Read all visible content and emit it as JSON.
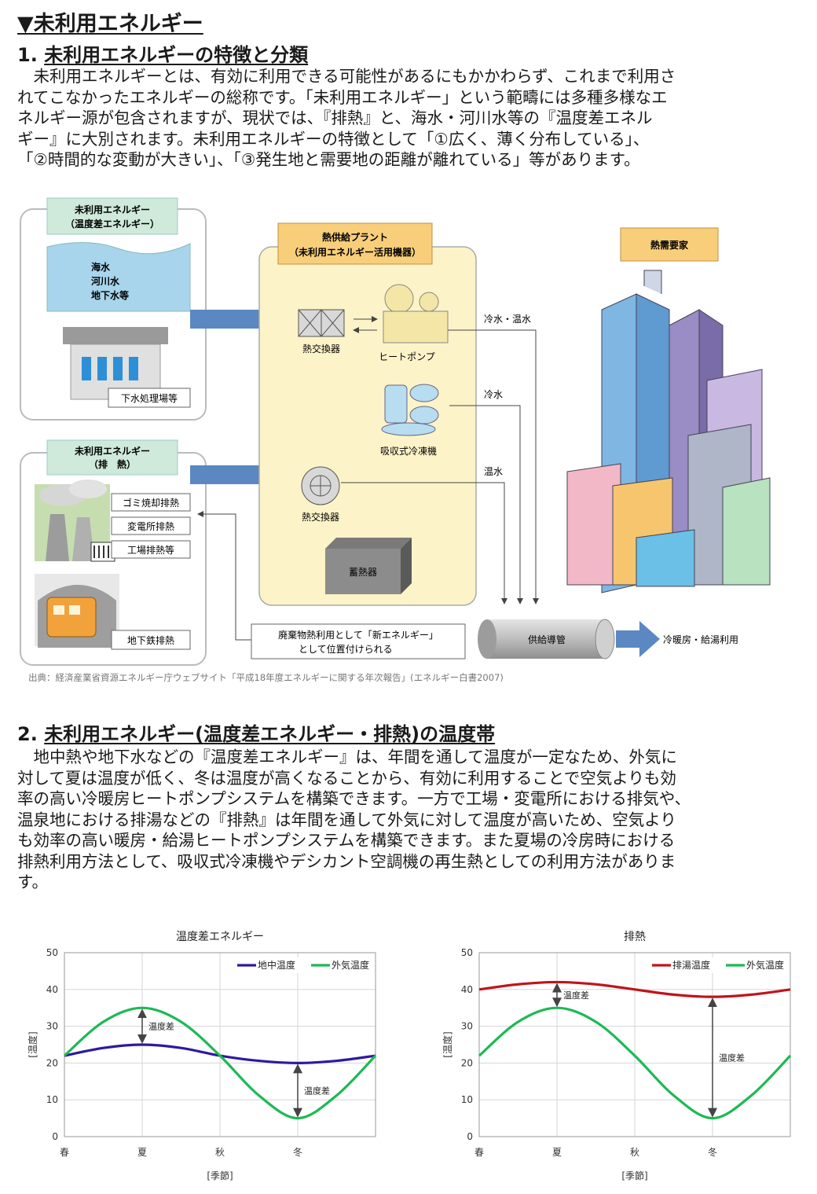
{
  "main_title": "▼未利用エネルギー",
  "section1": {
    "title_num": "1.",
    "title_text": "未利用エネルギーの特徴と分類",
    "lines": [
      "　未利用エネルギーとは、有効に利用できる可能性があるにもかかわらず、これまで利用さ",
      "れてこなかったエネルギーの総称です。「未利用エネルギー」という範疇には多種多様なエ",
      "ネルギー源が包含されますが、現状では、『排熱』と、海水・河川水等の『温度差エネル",
      "ギー』に大別されます。未利用エネルギーの特徴として「①広く、薄く分布している」、",
      "「②時間的な変動が大きい」、「③発生地と需要地の距離が離れている」等があります。"
    ]
  },
  "diagram": {
    "box_temp_title1": "未利用エネルギー",
    "box_temp_title2": "（温度差エネルギー）",
    "water_line1": "海水",
    "water_line2": "河川水",
    "water_line3": "地下水等",
    "sewage_label": "下水処理場等",
    "box_exhaust_title1": "未利用エネルギー",
    "box_exhaust_title2": "（排　熱）",
    "garbage_label": "ゴミ焼却排熱",
    "substation_label": "変電所排熱",
    "factory_label": "工場排熱等",
    "subway_label": "地下鉄排熱",
    "plant_title1": "熱供給プラント",
    "plant_title2": "（未利用エネルギー活用機器）",
    "heat_exchanger1": "熱交換器",
    "heat_pump": "ヒートポンプ",
    "absorption_chiller": "吸収式冷凍機",
    "heat_exchanger2": "熱交換器",
    "storage": "蓄熱器",
    "cold_hot_water": "冷水・温水",
    "cold_water": "冷水",
    "hot_water": "温水",
    "demand": "熱需要家",
    "new_energy_line1": "廃棄物熱利用として「新エネルギー」",
    "new_energy_line2": "として位置付けられる",
    "supply_pipe": "供給導管",
    "use_label": "冷暖房・給湯利用",
    "source": "出典：経済産業省資源エネルギー庁ウェブサイト「平成18年度エネルギーに関する年次報告」(エネルギー白書2007)"
  },
  "section2": {
    "title_num": "2.",
    "title_text": "未利用エネルギー(温度差エネルギー・排熱)の温度帯",
    "lines": [
      "　地中熱や地下水などの『温度差エネルギー』は、年間を通して温度が一定なため、外気に",
      "対して夏は温度が低く、冬は温度が高くなることから、有効に利用することで空気よりも効",
      "率の高い冷暖房ヒートポンプシステムを構築できます。一方で工場・変電所における排気や、",
      "温泉地における排湯などの『排熱』は年間を通して外気に対して温度が高いため、空気より",
      "も効率の高い暖房・給湯ヒートポンプシステムを構築できます。また夏場の冷房時における",
      "排熱利用方法として、吸収式冷凍機やデシカント空調機の再生熱としての利用方法がありま",
      "す。"
    ]
  },
  "chart_data": [
    {
      "type": "line",
      "title": "温度差エネルギー",
      "xlabel": "[季節]",
      "ylabel": "[温度]",
      "categories": [
        "春",
        "夏",
        "秋",
        "冬"
      ],
      "x": [
        0,
        0.5,
        1,
        1.5,
        2,
        2.5,
        3,
        3.5,
        4
      ],
      "ylim": [
        0,
        50
      ],
      "yticks": [
        0,
        10,
        20,
        30,
        40,
        50
      ],
      "grid": true,
      "legend": "top-right",
      "series": [
        {
          "name": "地中温度",
          "color": "#2e1a9e",
          "values": [
            22,
            24.1,
            25,
            24.1,
            22,
            20.6,
            20,
            20.6,
            22
          ]
        },
        {
          "name": "外気温度",
          "color": "#1db954",
          "values": [
            22,
            31.2,
            35,
            31.2,
            22,
            11.2,
            5,
            11.2,
            22
          ]
        }
      ],
      "annotations": [
        {
          "text": "温度差",
          "x": 1,
          "y_from": 25,
          "y_to": 35
        },
        {
          "text": "温度差",
          "x": 3,
          "y_from": 5,
          "y_to": 20
        }
      ]
    },
    {
      "type": "line",
      "title": "排熱",
      "xlabel": "[季節]",
      "ylabel": "[温度]",
      "categories": [
        "春",
        "夏",
        "秋",
        "冬"
      ],
      "x": [
        0,
        0.5,
        1,
        1.5,
        2,
        2.5,
        3,
        3.5,
        4
      ],
      "ylim": [
        0,
        50
      ],
      "yticks": [
        0,
        10,
        20,
        30,
        40,
        50
      ],
      "grid": true,
      "legend": "top-right",
      "series": [
        {
          "name": "排湯温度",
          "color": "#c0141c",
          "values": [
            40,
            41.4,
            42,
            41.4,
            40,
            38.6,
            38,
            38.6,
            40
          ]
        },
        {
          "name": "外気温度",
          "color": "#1db954",
          "values": [
            22,
            31.2,
            35,
            31.2,
            22,
            11.2,
            5,
            11.2,
            22
          ]
        }
      ],
      "annotations": [
        {
          "text": "温度差",
          "x": 1,
          "y_from": 35,
          "y_to": 42
        },
        {
          "text": "温度差",
          "x": 3,
          "y_from": 5,
          "y_to": 38
        }
      ]
    }
  ]
}
